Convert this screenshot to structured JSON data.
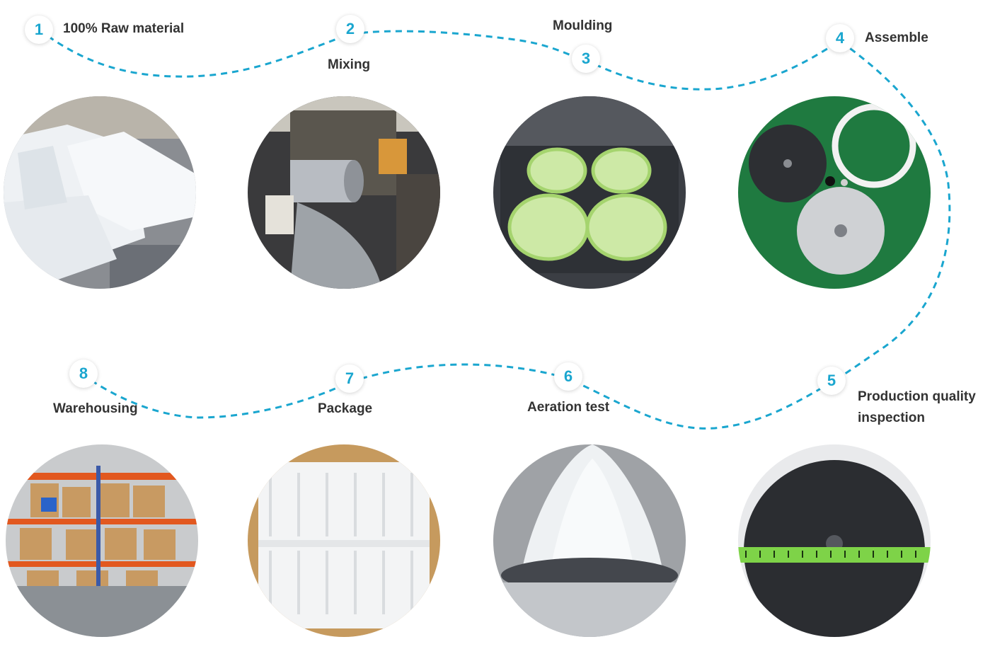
{
  "accent_color": "#1aa6cf",
  "steps": [
    {
      "number": "1",
      "label": "100% Raw material",
      "photo": "raw-material-blocks"
    },
    {
      "number": "2",
      "label": "Mixing",
      "photo": "mixing-mill-machine"
    },
    {
      "number": "3",
      "label": "Moulding",
      "photo": "green-diaphragms-in-mould"
    },
    {
      "number": "4",
      "label": "Assemble",
      "photo": "diffuser-parts-on-green-mat"
    },
    {
      "number": "5",
      "label_line1": "Production quality",
      "label_line2": "inspection",
      "photo": "diffuser-with-measuring-tape"
    },
    {
      "number": "6",
      "label": "Aeration test",
      "photo": "bubbles-in-water"
    },
    {
      "number": "7",
      "label": "Package",
      "photo": "packed-boxes"
    },
    {
      "number": "8",
      "label": "Warehousing",
      "photo": "warehouse-racks"
    }
  ]
}
